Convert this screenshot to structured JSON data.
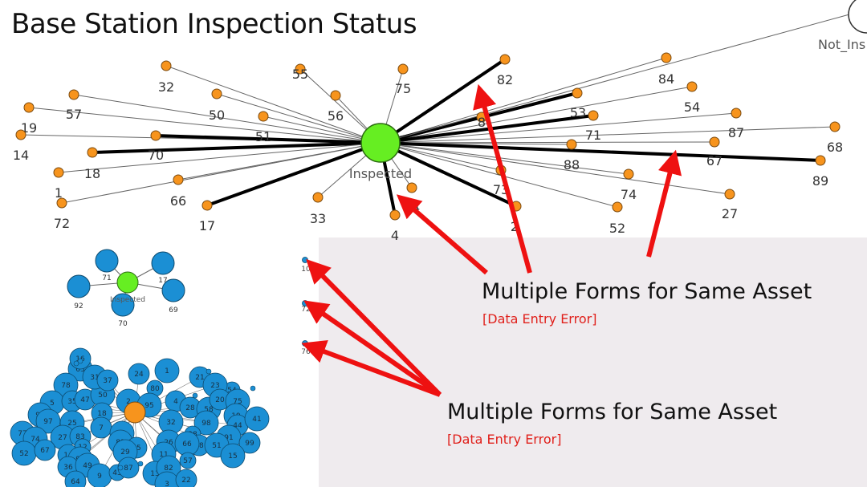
{
  "title": "Base Station Inspection Status",
  "colors": {
    "accent_green": "#66ee22",
    "orange": "#f7941d",
    "blue": "#1b8fd4",
    "arrow_red": "#ee1111",
    "error_red": "#e0201b"
  },
  "callouts": [
    {
      "text": "Multiple Forms for Same Asset",
      "sub": "[Data Entry Error]"
    },
    {
      "text": "Multiple Forms for Same Asset",
      "sub": "[Data Entry Error]"
    }
  ],
  "main_graph": {
    "hub_label": "Inspected",
    "corner_label": "Not_Ins",
    "nodes": [
      "55",
      "75",
      "32",
      "82",
      "84",
      "50",
      "56",
      "54",
      "57",
      "53",
      "19",
      "8",
      "87",
      "51",
      "71",
      "14",
      "68",
      "70",
      "67",
      "18",
      "88",
      "89",
      "1",
      "73",
      "74",
      "66",
      "24",
      "27",
      "72",
      "17",
      "33",
      "4",
      "2",
      "52"
    ],
    "bold_links": [
      "82",
      "8",
      "70",
      "18",
      "17",
      "4",
      "2",
      "89",
      "71",
      "53"
    ]
  },
  "small_graph": {
    "hub_label": "Inspected",
    "nodes": [
      "71",
      "17",
      "92",
      "69",
      "70"
    ]
  },
  "isolated_nodes": [
    "10",
    "72",
    "76"
  ],
  "cluster_labels": [
    "63",
    "78",
    "24",
    "1",
    "21",
    "54",
    "5",
    "35",
    "47",
    "50",
    "80",
    "4",
    "23",
    "96",
    "18",
    "2",
    "95",
    "28",
    "58",
    "20",
    "75",
    "97",
    "25",
    "7",
    "3",
    "32",
    "98",
    "19",
    "44",
    "41",
    "77",
    "27",
    "83",
    "81",
    "45",
    "38",
    "91",
    "88",
    "99",
    "74",
    "12",
    "29",
    "26",
    "66",
    "51",
    "52",
    "67",
    "14",
    "90",
    "11",
    "57",
    "15",
    "36",
    "49",
    "9",
    "43",
    "87",
    "13",
    "82",
    "64",
    "3",
    "22",
    "16",
    "31",
    "37"
  ]
}
